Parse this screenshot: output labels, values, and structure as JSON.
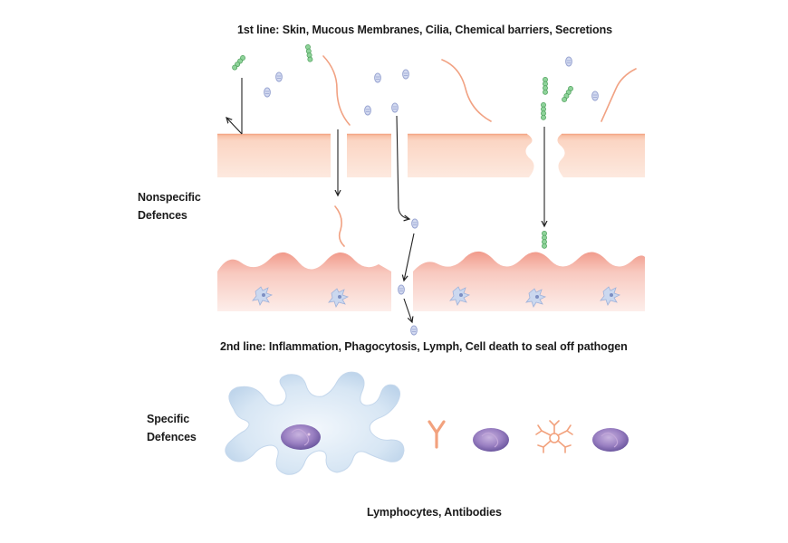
{
  "labels": {
    "first_line": "1st line: Skin, Mucous Membranes, Cilia, Chemical barriers, Secretions",
    "second_line": "2nd line: Inflammation, Phagocytosis, Lymph, Cell death to seal off pathogen",
    "nonspecific": "Nonspecific Defences",
    "specific": "Specific Defences",
    "lymphocytes": "Lymphocytes, Antibodies"
  },
  "colors": {
    "skin_fill": "#fbd9c8",
    "skin_edge": "#f4b79c",
    "mucosa_fill": "#f6c3b8",
    "mucosa_edge": "#ef9f8e",
    "cell_blue": "#cfe0f2",
    "nucleus": "#8e74b7",
    "antibody": "#f2a27e",
    "bacteria_green": "#6fbf7a",
    "virus_blue": "#b9c3e4"
  }
}
